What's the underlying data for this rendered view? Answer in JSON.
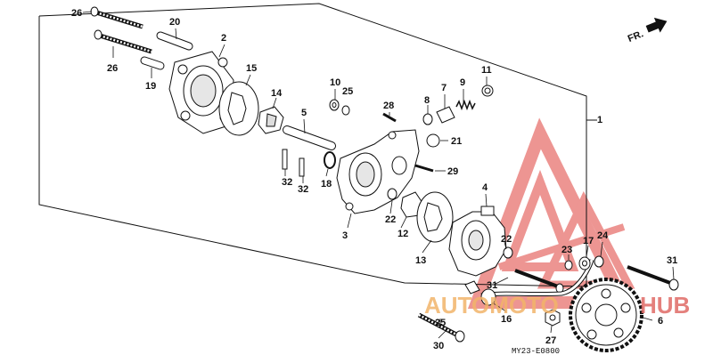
{
  "diagram": {
    "direction_label": "FR.",
    "drawing_code": "MY23-E0800",
    "watermark": {
      "text_left": "AUTOMOTO",
      "text_right": "HUB",
      "color_primary": "#e8706e",
      "color_secondary": "#f2b46a"
    },
    "callouts": [
      {
        "id": "c26a",
        "text": "26"
      },
      {
        "id": "c20",
        "text": "20"
      },
      {
        "id": "c2",
        "text": "2"
      },
      {
        "id": "c26b",
        "text": "26"
      },
      {
        "id": "c19",
        "text": "19"
      },
      {
        "id": "c15",
        "text": "15"
      },
      {
        "id": "c14",
        "text": "14"
      },
      {
        "id": "c5",
        "text": "5"
      },
      {
        "id": "c10",
        "text": "10"
      },
      {
        "id": "c25a",
        "text": "25"
      },
      {
        "id": "c28",
        "text": "28"
      },
      {
        "id": "c8",
        "text": "8"
      },
      {
        "id": "c7",
        "text": "7"
      },
      {
        "id": "c9",
        "text": "9"
      },
      {
        "id": "c11",
        "text": "11"
      },
      {
        "id": "c1",
        "text": "1"
      },
      {
        "id": "c21",
        "text": "21"
      },
      {
        "id": "c29",
        "text": "29"
      },
      {
        "id": "c32a",
        "text": "32"
      },
      {
        "id": "c32b",
        "text": "32"
      },
      {
        "id": "c18",
        "text": "18"
      },
      {
        "id": "c3",
        "text": "3"
      },
      {
        "id": "c22a",
        "text": "22"
      },
      {
        "id": "c12",
        "text": "12"
      },
      {
        "id": "c4",
        "text": "4"
      },
      {
        "id": "c13",
        "text": "13"
      },
      {
        "id": "c22b",
        "text": "22"
      },
      {
        "id": "c23",
        "text": "23"
      },
      {
        "id": "c17",
        "text": "17"
      },
      {
        "id": "c24",
        "text": "24"
      },
      {
        "id": "c31a",
        "text": "31"
      },
      {
        "id": "c31b",
        "text": "31"
      },
      {
        "id": "c16",
        "text": "16"
      },
      {
        "id": "c25b",
        "text": "25"
      },
      {
        "id": "c6",
        "text": "6"
      },
      {
        "id": "c27",
        "text": "27"
      },
      {
        "id": "c30",
        "text": "30"
      }
    ]
  }
}
